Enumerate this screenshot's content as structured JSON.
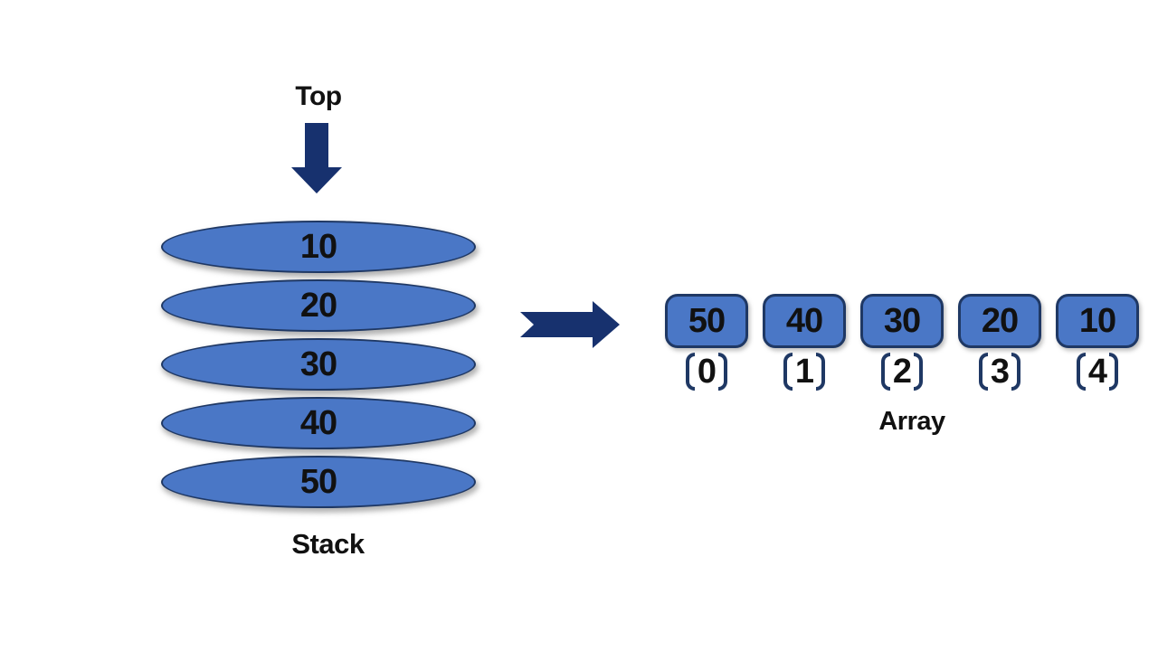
{
  "colors": {
    "fill": "#4a77c6",
    "border": "#1f3864",
    "arrow": "#17316e",
    "bracket": "#1f3864",
    "text": "#111111",
    "background": "#ffffff"
  },
  "stack": {
    "top_label": "Top",
    "items": [
      "10",
      "20",
      "30",
      "40",
      "50"
    ],
    "caption": "Stack"
  },
  "array": {
    "cells": [
      {
        "value": "50",
        "index": "0"
      },
      {
        "value": "40",
        "index": "1"
      },
      {
        "value": "30",
        "index": "2"
      },
      {
        "value": "20",
        "index": "3"
      },
      {
        "value": "10",
        "index": "4"
      }
    ],
    "caption": "Array"
  },
  "icons": {
    "down_arrow": "down-arrow-icon",
    "right_arrow": "right-arrow-icon"
  }
}
